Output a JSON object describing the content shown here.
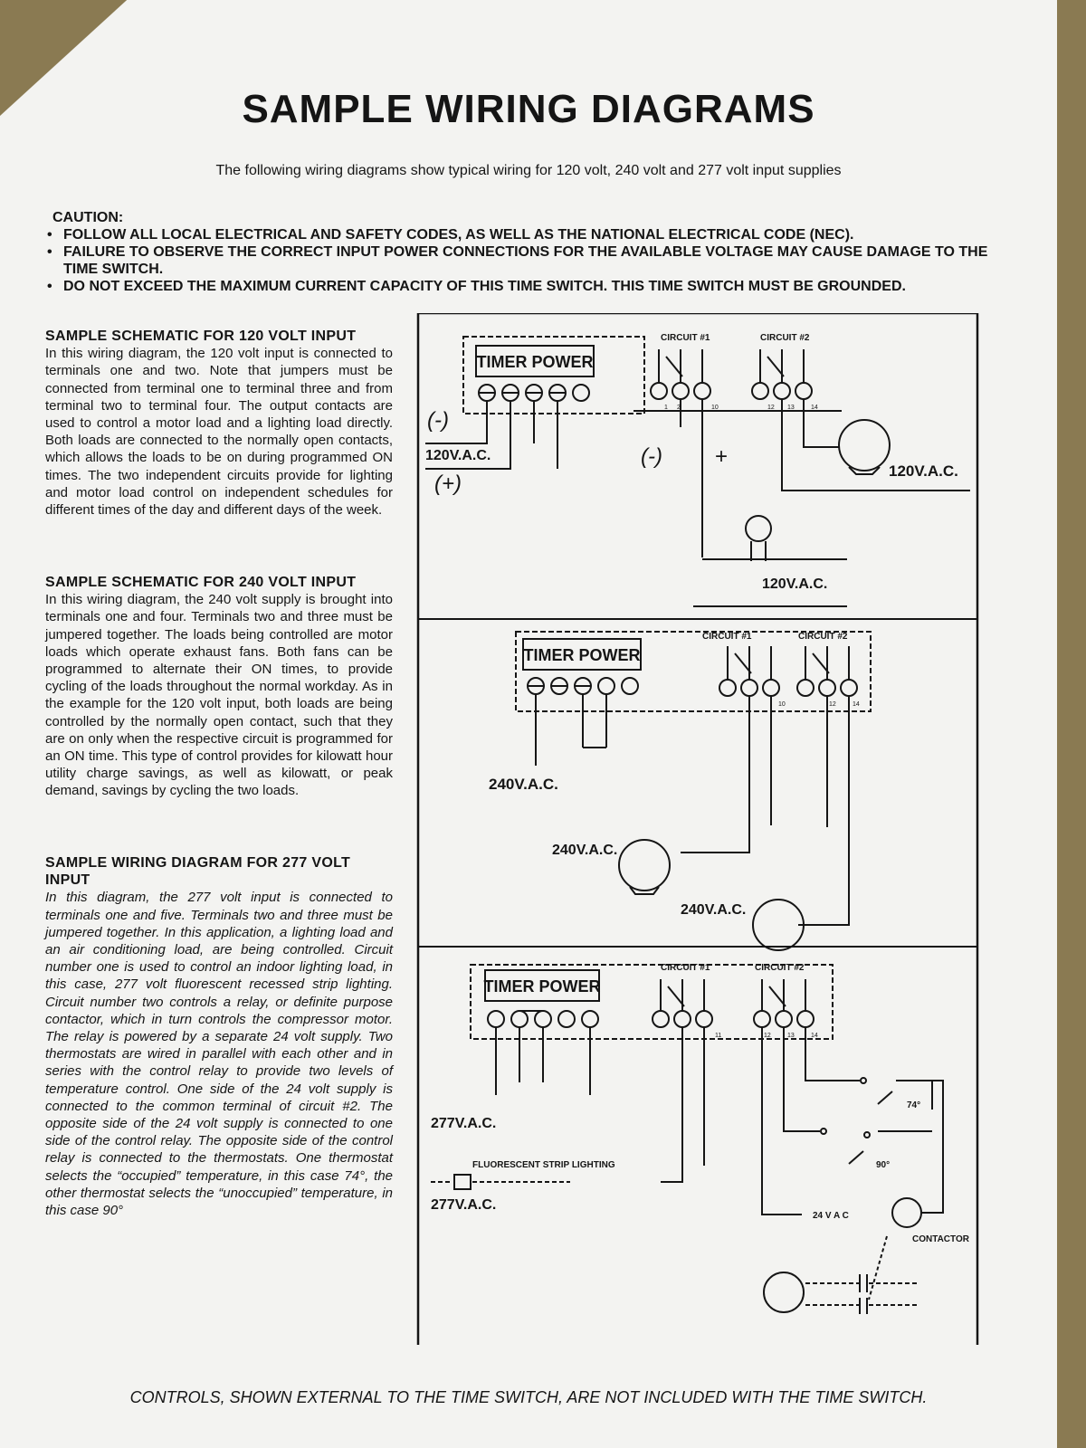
{
  "page": {
    "title": "SAMPLE WIRING DIAGRAMS",
    "subtitle": "The following wiring diagrams show typical wiring for 120 volt, 240 volt and 277 volt input supplies"
  },
  "caution": {
    "heading": "CAUTION:",
    "bullets": [
      "FOLLOW ALL LOCAL ELECTRICAL AND SAFETY CODES, AS WELL AS THE NATIONAL ELECTRICAL CODE (NEC).",
      "FAILURE TO OBSERVE THE CORRECT INPUT POWER CONNECTIONS FOR THE AVAILABLE VOLTAGE MAY CAUSE DAMAGE TO THE TIME SWITCH.",
      "DO NOT EXCEED THE MAXIMUM CURRENT CAPACITY OF THIS TIME SWITCH. THIS TIME SWITCH MUST BE GROUNDED."
    ]
  },
  "sections": [
    {
      "heading": "SAMPLE SCHEMATIC FOR 120 VOLT INPUT",
      "body": "In this wiring diagram, the 120 volt input is connected to terminals one and two. Note that jumpers must be connected from terminal one to terminal three and from terminal two to terminal four. The output contacts are used to control a motor load and a lighting load directly. Both loads are connected to the normally open contacts, which allows the loads to be on during programmed ON times. The two independent circuits provide for lighting and motor load control on independent schedules for different times of the day and different days of the week."
    },
    {
      "heading": "SAMPLE SCHEMATIC FOR 240 VOLT INPUT",
      "body": "In this wiring diagram, the 240 volt supply is brought into terminals one and four. Terminals two and three must be jumpered together. The loads being controlled are motor loads which operate exhaust fans. Both fans can be programmed to alternate their ON times, to provide cycling of the loads throughout the normal workday. As in the example for the 120 volt input, both loads are being controlled by the normally open contact, such that they are on only when the respective circuit is programmed for an ON time. This type of control provides for kilowatt hour utility charge savings, as well as kilowatt, or peak demand, savings by cycling the two loads."
    },
    {
      "heading": "SAMPLE WIRING DIAGRAM FOR 277 VOLT INPUT",
      "body": "In this diagram, the 277 volt input is connected to terminals one and five. Terminals two and three must be jumpered together. In this application, a lighting load and an air conditioning load, are being controlled. Circuit number one is used to control an indoor lighting load, in this case, 277 volt fluorescent recessed strip lighting. Circuit number two controls a relay, or definite purpose contactor, which in turn controls the compressor motor. The relay is powered by a separate 24 volt supply. Two thermostats are wired in parallel with each other and in series with the control relay to provide two levels of temperature control. One side of the 24 volt supply is connected to the common terminal of circuit #2. The opposite side of the 24 volt supply is connected to one side of the control relay. The opposite side of the control relay is connected to the thermostats. One thermostat selects the “occupied” temperature, in this case 74°, the other thermostat selects the “unoccupied” temperature, in this case 90°"
    }
  ],
  "diagram": {
    "timer_power": "TIMER POWER",
    "circuit1": "CIRCUIT #1",
    "circuit2": "CIRCUIT #2",
    "d1": {
      "input": "120V.A.C.",
      "load_motor": "120V.A.C.",
      "load_light": "120V.A.C.",
      "term_a": "1",
      "term_b": "2",
      "term_c": "10",
      "term_d": "12",
      "term_e": "13",
      "term_f": "14",
      "hand_minus_left": "(-)",
      "hand_plus_left": "(+)",
      "hand_minus_mid": "(-)",
      "hand_plus_mid": "+"
    },
    "d2": {
      "input": "240V.A.C.",
      "load1": "240V.A.C.",
      "load2": "240V.A.C.",
      "term_a": "10",
      "term_b": "12",
      "term_c": "14"
    },
    "d3": {
      "input": "277V.A.C.",
      "fluorescent": "FLUORESCENT STRIP LIGHTING",
      "light_supply": "277V.A.C.",
      "thermostat1": "74°",
      "thermostat2": "90°",
      "supply24": "24 V A C",
      "contactor": "CONTACTOR",
      "term_a": "11",
      "term_b": "12",
      "term_c": "13",
      "term_d": "14"
    }
  },
  "footer": "CONTROLS, SHOWN EXTERNAL TO THE TIME SWITCH, ARE NOT INCLUDED WITH THE TIME SWITCH."
}
